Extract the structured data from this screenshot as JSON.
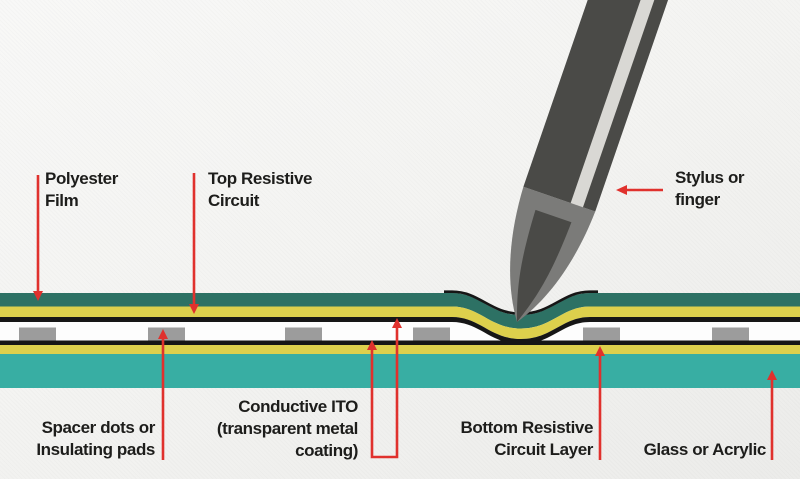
{
  "diagram": {
    "subject": "Resistive touchscreen layer diagram",
    "labels": {
      "polyester": {
        "line1": "Polyester",
        "line2": "Film"
      },
      "top_circuit": {
        "line1": "Top Resistive",
        "line2": "Circuit"
      },
      "stylus": {
        "line1": "Stylus or",
        "line2": "finger"
      },
      "spacer": {
        "line1": "Spacer dots or",
        "line2": "Insulating pads"
      },
      "ito": {
        "line1": "Conductive ITO",
        "line2": "(transparent metal",
        "line3": "coating)"
      },
      "bottom_circuit": {
        "line1": "Bottom Resistive",
        "line2": "Circuit Layer"
      },
      "glass": {
        "line1": "Glass or Acrylic"
      }
    },
    "layers_top_to_bottom": [
      "Polyester Film",
      "Top Resistive Circuit",
      "Conductive ITO (transparent metal coating)",
      "Air gap with Spacer dots or Insulating pads",
      "Conductive ITO (transparent metal coating)",
      "Bottom Resistive Circuit Layer",
      "Glass or Acrylic"
    ],
    "spacer_pad_count": 6,
    "colors": {
      "polyester_film": "#2d7164",
      "resistive_yellow": "#ddd04c",
      "ito_black": "#161616",
      "gap_white": "#fdfdfd",
      "spacer_pad": "#9c9c9c",
      "glass_teal": "#38aea3",
      "stylus_body": "#4a4a47",
      "stylus_tip": "#7b7b79",
      "stylus_stripe": "#d9d8d4",
      "annotation_red": "#e0312d",
      "text_dark": "#1d1d1b"
    }
  }
}
